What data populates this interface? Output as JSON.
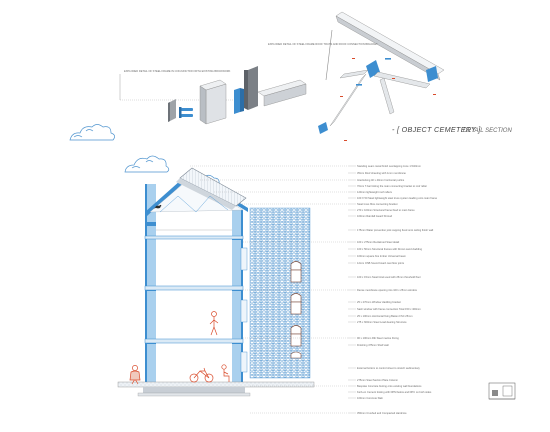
{
  "header": {
    "title": "- [ OBJECT CEMETERY ]",
    "subtitle": "DETAIL SECTION"
  },
  "detail_captions": {
    "steel_frame": "EXPLODED DETAIL OF STEEL FRAME IN CONJUNCTION WITH EXISTING BRICKWORK",
    "truss": "EXPLODED DETAIL OF STEEL FRAME ROOF TRUSS AND ROOF CONNECTION BRACKET"
  },
  "annotations": [
    "Standing seam metal finish overlapping zone 1.5/20mm",
    "35mm Roof sheeting with 1mm membrane",
    "Interlocking 40 x 40mm horizontal purlins",
    "70mm T-bar linking the main connecting bracket to roof rafter",
    "120mm lightweight roof rafters",
    "100 X 50 Steel lightweight steel truss system leading onto main frame",
    "Steel truss fibre connecting bracket",
    "270 x 100mm Structural frame fixed to main frame",
    "100mm Rainfall Guard Shroud",
    "175mm Water prevention joist capping fixed onto ceiling finish wall",
    "100 x 275mm Reclaimed Steel detail",
    "100 x 50mm Structural frames with Drown sand cladding",
    "100mm square fine timber Universal beam",
    "12mm OSB Sound board cast floor joints",
    "100 x 15mm Steel lintel used with 25mm threshold floor",
    "Dense membrane opening into 100 x 25mm window",
    "25 x 270mm Window cladding bracket",
    "Sash window with frame connection Total 150 x 400mm",
    "25 x 100mm Horizontal fixing Batten FSC 25mm",
    "275 x 600mm Steel Load-bearing Structure",
    "90 x 100mm Rib Steel marine Fixing",
    "Finishing 475mm Shelf wall",
    "External bottom to control sheet to stretch sedimentary",
    "275mm Steel Section Plate Column",
    "Bespoke Concrete footing onto existing wall foundations",
    "Kerb-on Cement footing with DPM below and DPC on both sides",
    "100mm Concrete Slab",
    "350mm Crushed and Compacted Hardcore"
  ],
  "colors": {
    "accent_blue": "#3d8ed0",
    "light_blue": "#a9d0ee",
    "pale_blue": "#dbeaf6",
    "figure_red": "#d94b2b",
    "line_grey": "#8a8a8a",
    "dark_grey": "#4a4a4a"
  },
  "icons": [
    "person-figure-icon",
    "bicycle-icon",
    "bird-icon",
    "cloud-icon",
    "object-block-icon"
  ]
}
